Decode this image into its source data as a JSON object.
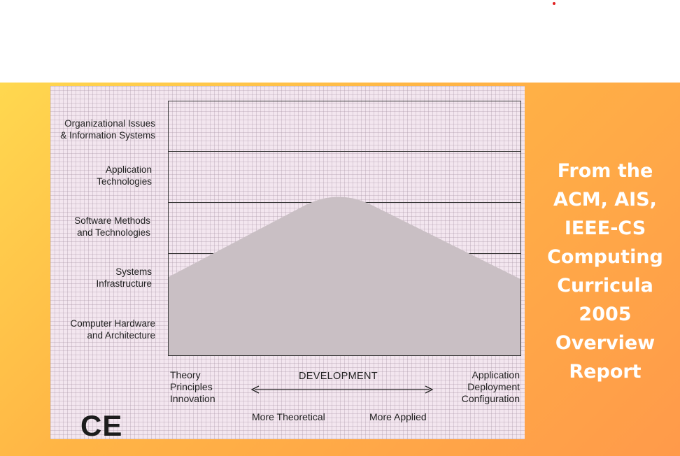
{
  "diagram": {
    "rows": [
      {
        "label": "Organizational Issues\n& Information Systems"
      },
      {
        "label": "Application\nTechnologies"
      },
      {
        "label": "Software Methods\nand Technologies"
      },
      {
        "label": "Systems\nInfrastructure"
      },
      {
        "label": "Computer Hardware\nand Architecture"
      }
    ],
    "left_corner": "Theory\nPrinciples\nInnovation",
    "right_corner": "Application\nDeployment\nConfiguration",
    "axis_label": "DEVELOPMENT",
    "left_axis": "More Theoretical",
    "right_axis": "More Applied",
    "discipline": "CE",
    "colors": {
      "fill": "#c9bfc4",
      "line": "#333333"
    }
  },
  "caption": "From the\nACM, AIS,\nIEEE-CS\nComputing\nCurricula\n2005\nOverview\nReport"
}
